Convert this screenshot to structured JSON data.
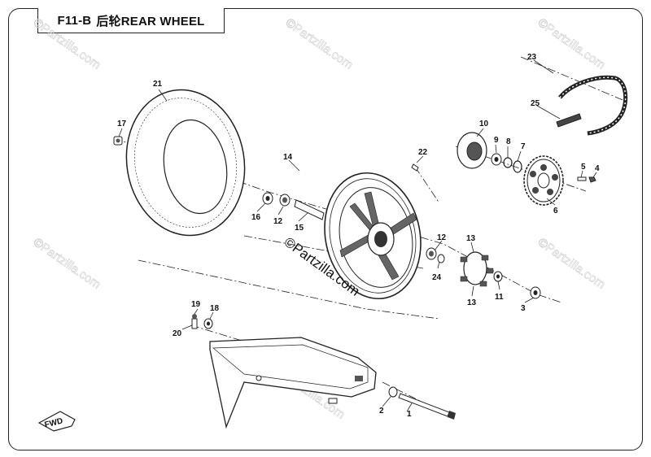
{
  "title": {
    "code": "F11-B",
    "name": "后轮REAR WHEEL"
  },
  "watermark": {
    "text": "©Partzilla.com"
  },
  "fwd_label": "FWD",
  "callouts": [
    "1",
    "2",
    "3",
    "4",
    "5",
    "6",
    "7",
    "8",
    "9",
    "10",
    "11",
    "12",
    "12",
    "13",
    "13",
    "14",
    "15",
    "16",
    "17",
    "18",
    "19",
    "20",
    "21",
    "22",
    "23",
    "24",
    "25"
  ],
  "colors": {
    "line": "#222222",
    "watermark": "#cfcfcf",
    "part_fill": "#ffffff",
    "shade": "#555555"
  }
}
